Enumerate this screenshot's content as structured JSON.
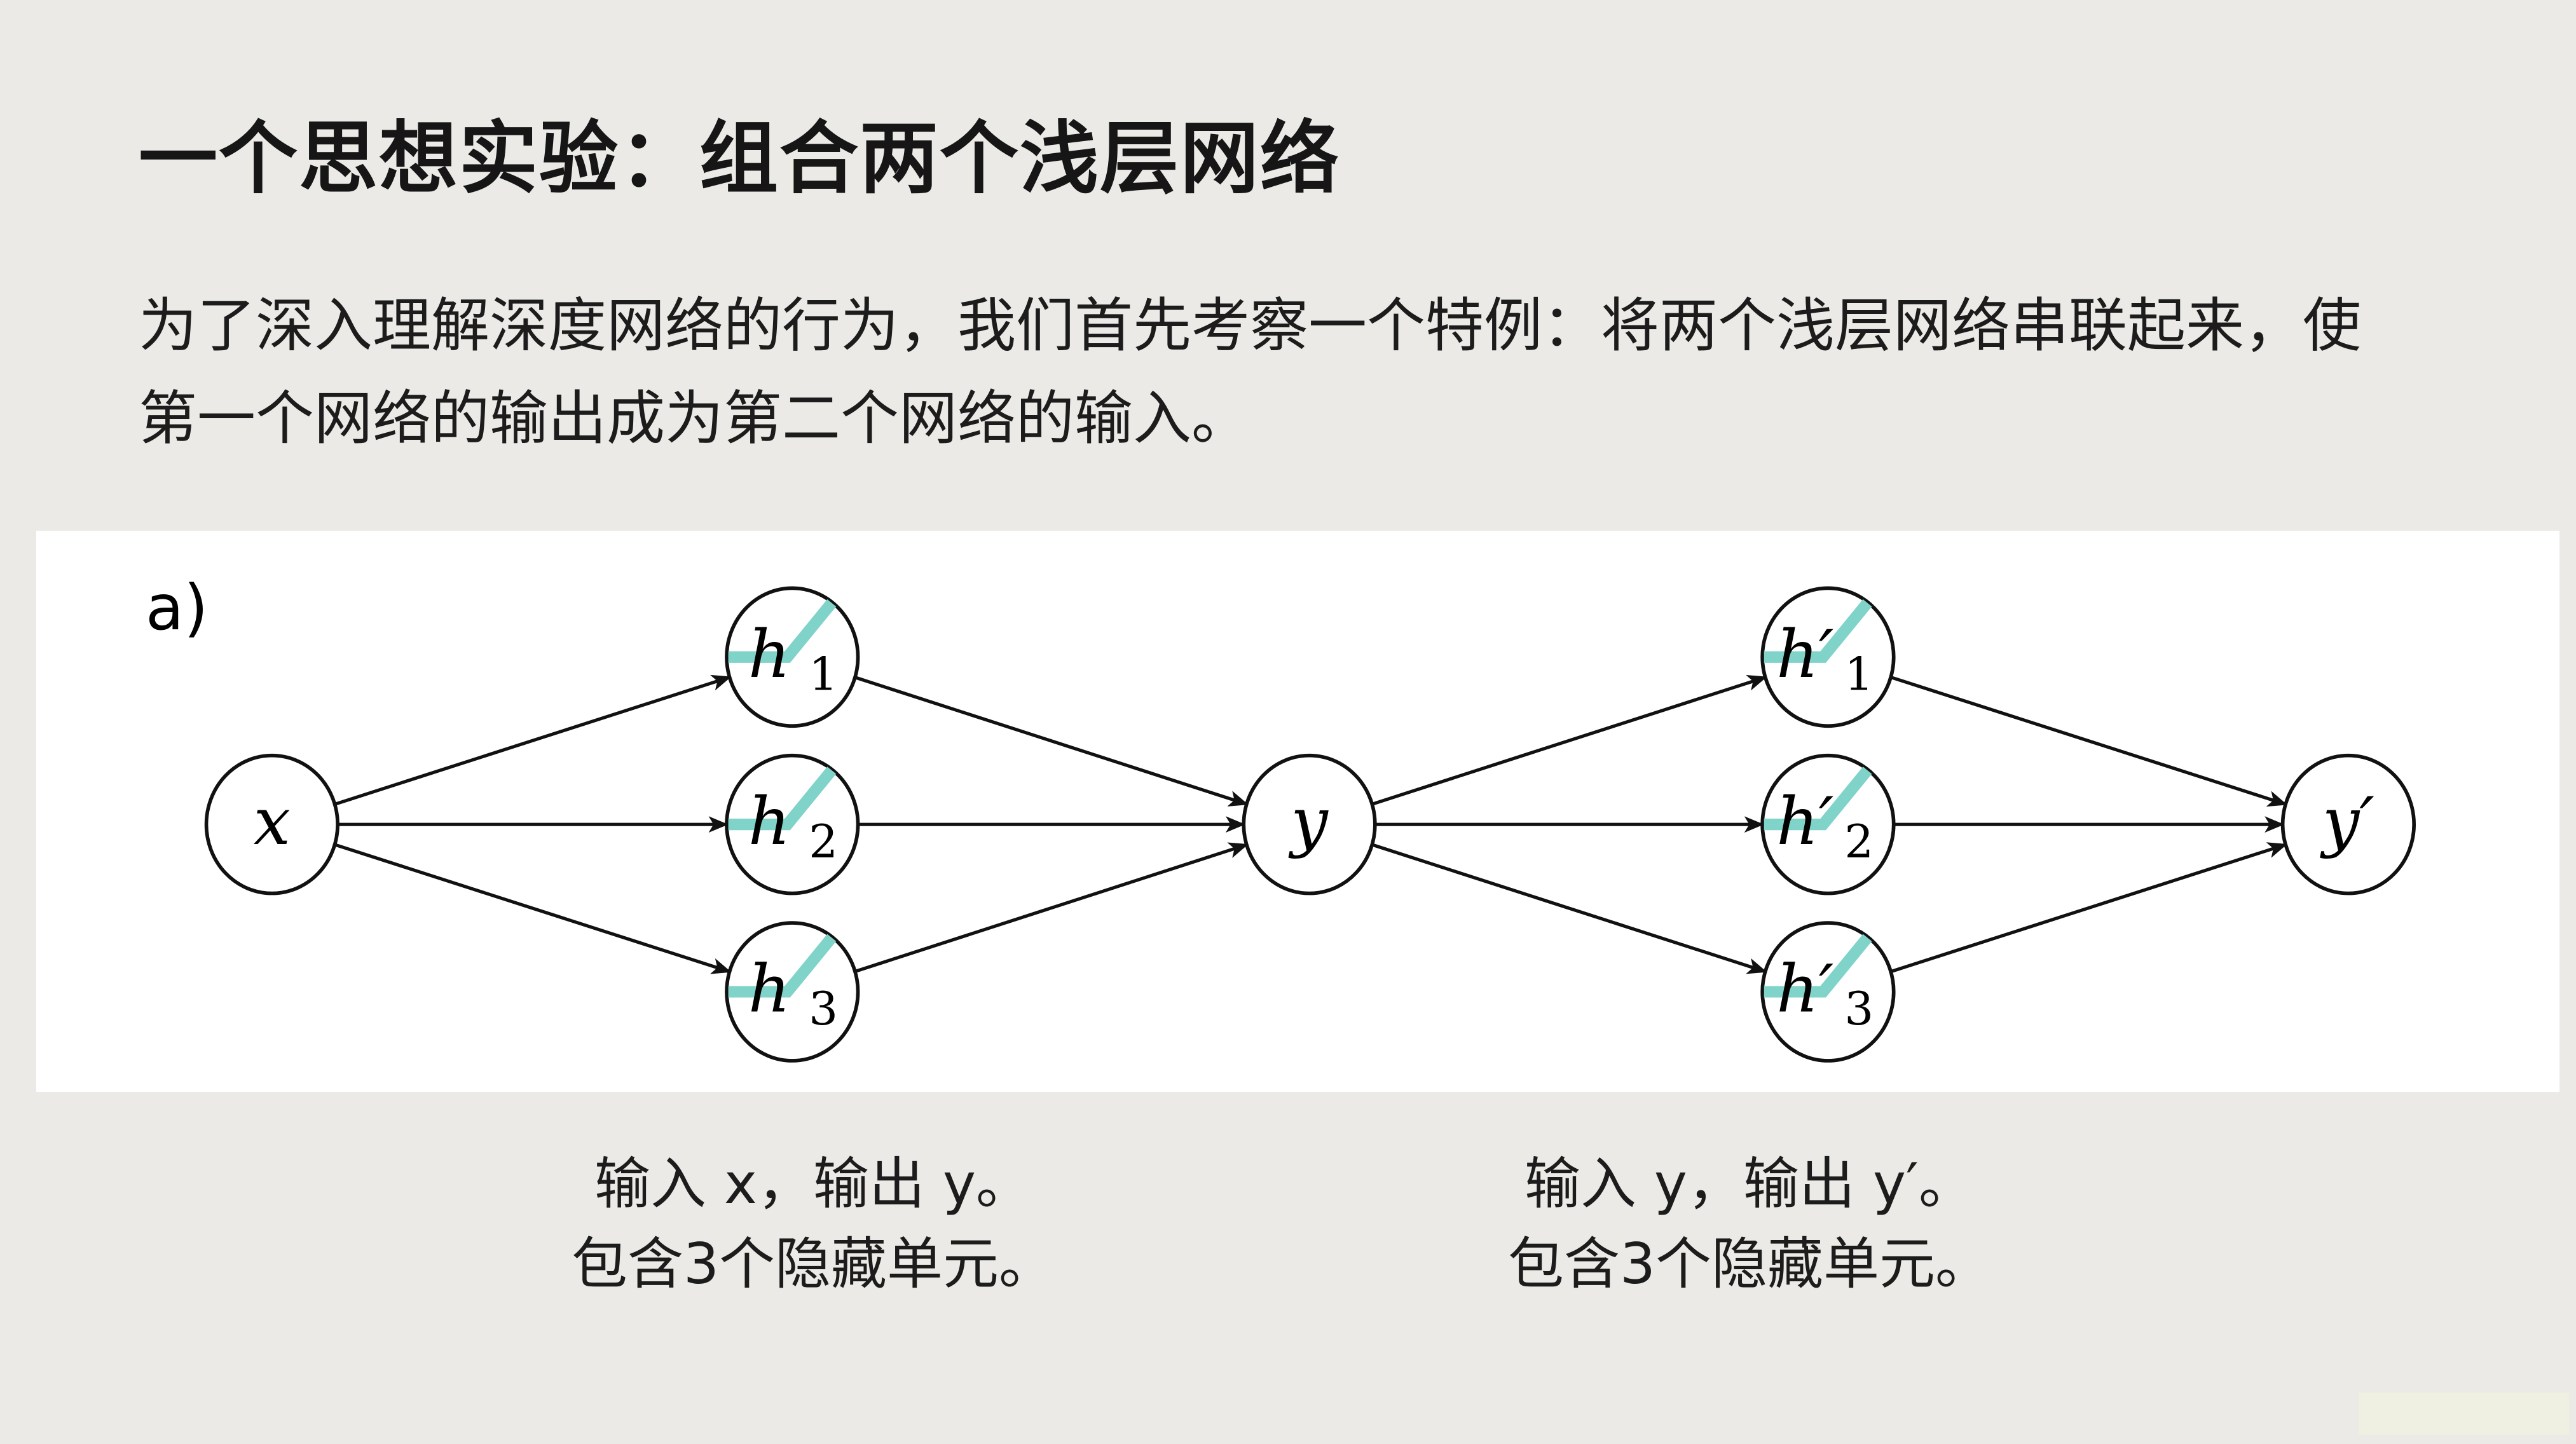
{
  "title": "一个思想实验：组合两个浅层网络",
  "paragraph": "为了深入理解深度网络的行为，我们首先考察一个特例：将两个浅层网络串联起来，使第一个网络的输出成为第二个网络的输入。",
  "figure": {
    "panel_label": "a)",
    "accent_color": "#7fd3c8",
    "nodes": [
      {
        "id": "x",
        "label": "x",
        "sub": ""
      },
      {
        "id": "h1",
        "label": "h",
        "sub": "1"
      },
      {
        "id": "h2",
        "label": "h",
        "sub": "2"
      },
      {
        "id": "h3",
        "label": "h",
        "sub": "3"
      },
      {
        "id": "y",
        "label": "y",
        "sub": ""
      },
      {
        "id": "hp1",
        "label": "h′",
        "sub": "1"
      },
      {
        "id": "hp2",
        "label": "h′",
        "sub": "2"
      },
      {
        "id": "hp3",
        "label": "h′",
        "sub": "3"
      },
      {
        "id": "yp",
        "label": "y′",
        "sub": ""
      }
    ]
  },
  "captions": [
    {
      "line1": "输入 x，输出 y。",
      "line2": "包含3个隐藏单元。"
    },
    {
      "line1": "输入 y，输出 y′。",
      "line2": "包含3个隐藏单元。"
    }
  ]
}
